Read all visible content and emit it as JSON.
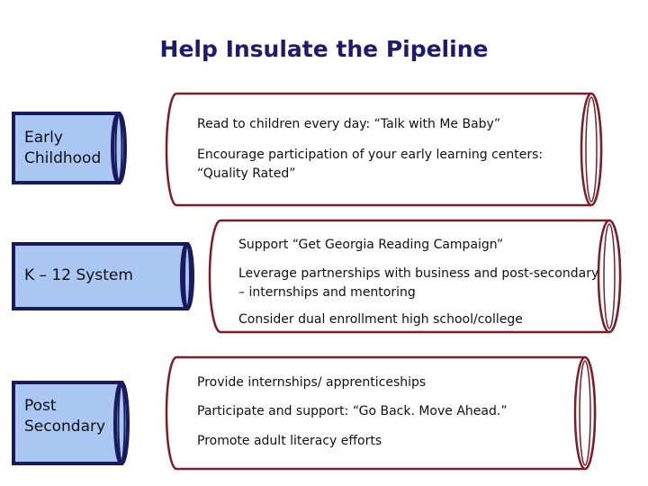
{
  "title": "Help Insulate the Pipeline",
  "stages": [
    {
      "label_lines": [
        "Early",
        "Childhood"
      ],
      "items": [
        "Read to children every day:  “Talk with Me Baby”",
        "Encourage participation of your early learning centers: “Quality Rated”"
      ]
    },
    {
      "label_lines": [
        "K – 12 System"
      ],
      "items": [
        "Support “Get Georgia Reading Campaign”",
        "Leverage partnerships with business and post-secondary – internships and mentoring",
        "Consider dual enrollment high school/college"
      ]
    },
    {
      "label_lines": [
        "Post",
        "Secondary"
      ],
      "items": [
        "Provide internships/ apprenticeships",
        "Participate and support:  “Go Back. Move Ahead.”",
        "Promote adult literacy efforts"
      ]
    }
  ],
  "colors": {
    "title": "#1f1a6b",
    "stage_fill": "#a9c7f2",
    "stage_stroke": "#1a1a5e",
    "pipe_stroke": "#7a1e2b"
  }
}
